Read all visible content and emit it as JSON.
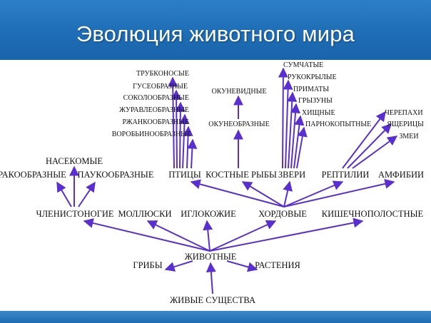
{
  "title": "Эволюция животного мира",
  "colors": {
    "arrow": "#5a2fd1",
    "header": "#1e6db6",
    "text": "#111111"
  },
  "nodes": {
    "living": "ЖИВЫЕ СУЩЕСТВА",
    "animals": "ЖИВОТНЫЕ",
    "fungi": "ГРИБЫ",
    "plants": "РАСТЕНИЯ",
    "arthropods": "ЧЛЕНИСТОНОГИЕ",
    "mollusks": "МОЛЛЮСКИ",
    "echinoderms": "ИГЛОКОЖИЕ",
    "chordates": "ХОРДОВЫЕ",
    "coelenterates": "КИШЕЧНОПОЛОСТНЫЕ",
    "crustaceans": "РАКООБРАЗНЫЕ",
    "insects": "НАСЕКОМЫЕ",
    "arachnids": "ПАУКООБРАЗНЫЕ",
    "birds": "ПТИЦЫ",
    "bony_fish": "КОСТНЫЕ РЫБЫ",
    "mammals": "ЗВЕРИ",
    "reptiles": "РЕПТИЛИИ",
    "amphibians": "АМФИБИИ",
    "bird_orders": [
      "ТРУБКОНОСЫЕ",
      "ГУСЕОБРАЗНЫЕ",
      "СОКОЛООБРАЗНЫЕ",
      "ЖУРАВЛЕОБРАЗНЫЕ",
      "РЖАНКООБРАЗНЫЕ",
      "ВОРОБЬИНООБРАЗНЫЕ"
    ],
    "fish_orders": [
      "ОКУНЕВИДНЫЕ",
      "ОКУНЕОБРАЗНЫЕ"
    ],
    "mammal_orders": [
      "СУМЧАТЫЕ",
      "РУКОКРЫЛЫЕ",
      "ПРИМАТЫ",
      "ГРЫЗУНЫ",
      "ХИЩНЫЕ",
      "ПАРНОКОПЫТНЫЕ"
    ],
    "reptile_orders": [
      "ЧЕРЕПАХИ",
      "ЯЩЕРИЦЫ",
      "ЗМЕИ"
    ]
  }
}
